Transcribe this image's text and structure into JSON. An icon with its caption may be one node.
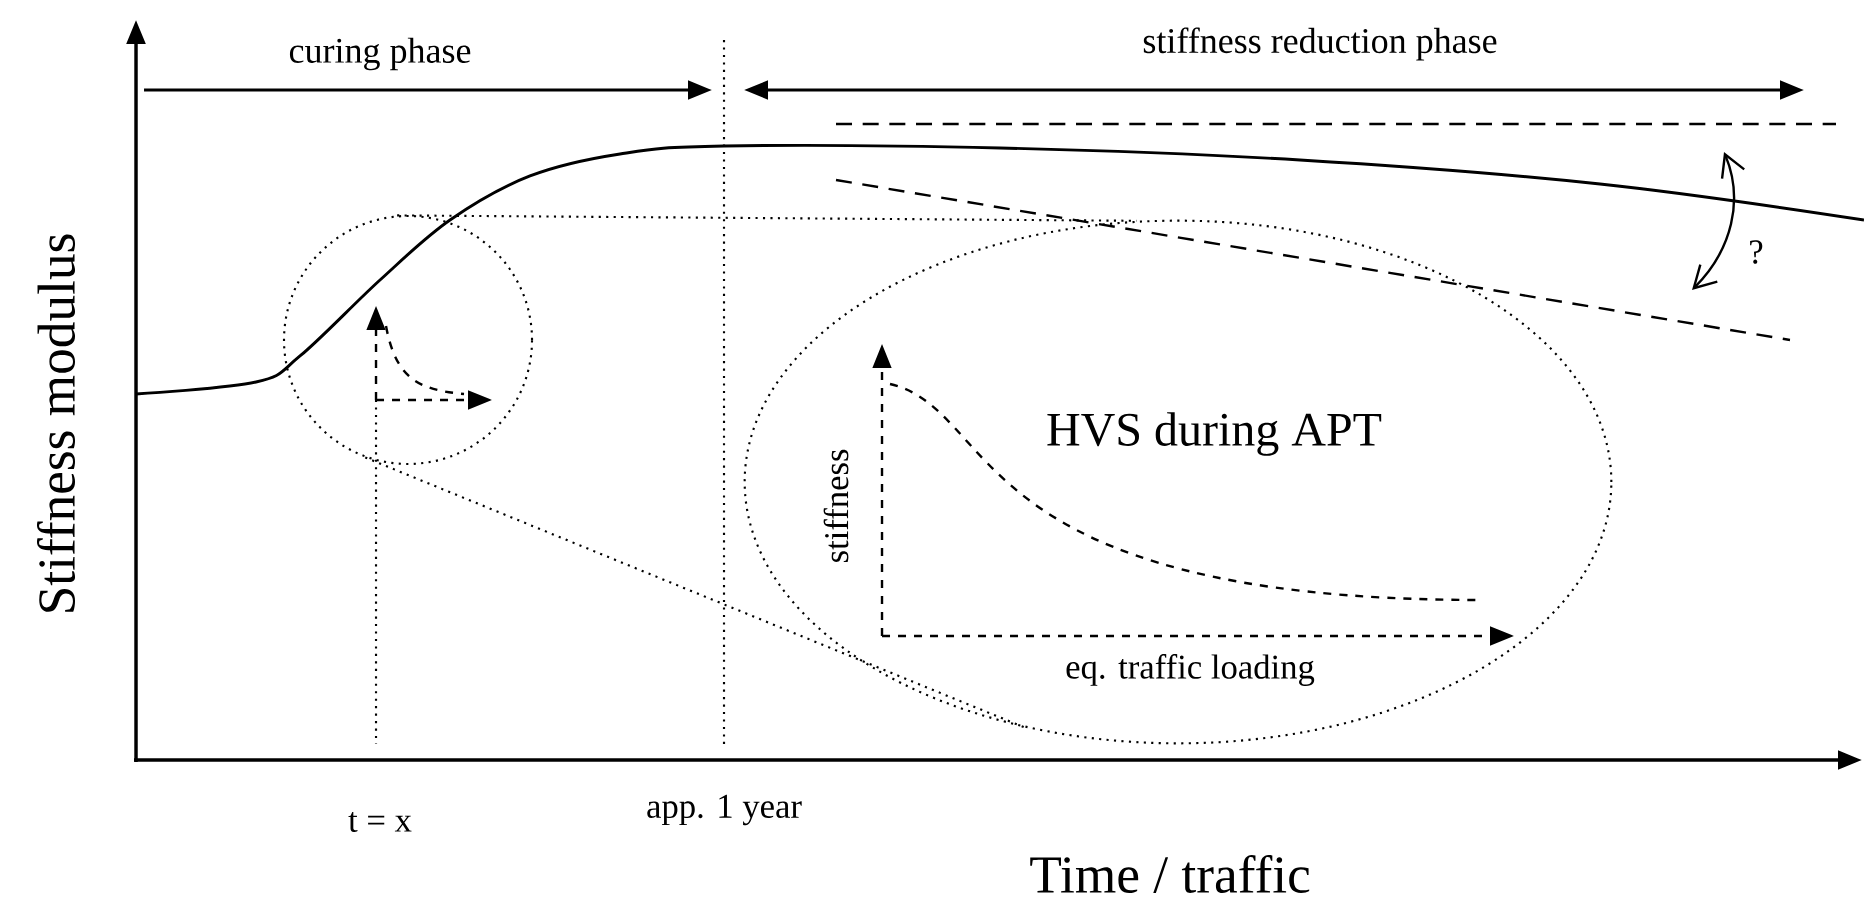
{
  "diagram": {
    "nodes": [
      {
        "text": [],
        "shape": "circle"
      },
      {
        "text": [
          "HVS during APT",
          "stiffness",
          "eq. traffic loading"
        ]
      }
    ],
    "edges": [
      {
        "from": 0,
        "to": 1,
        "arrow": "none"
      },
      {
        "from": 0,
        "to": 1,
        "arrow": "none"
      }
    ],
    "labels": [
      "curing phase",
      "stiffness reduction phase",
      "?",
      "Stiffness modulus",
      "t = x",
      "app. 1 year",
      "Time / traffic"
    ]
  }
}
